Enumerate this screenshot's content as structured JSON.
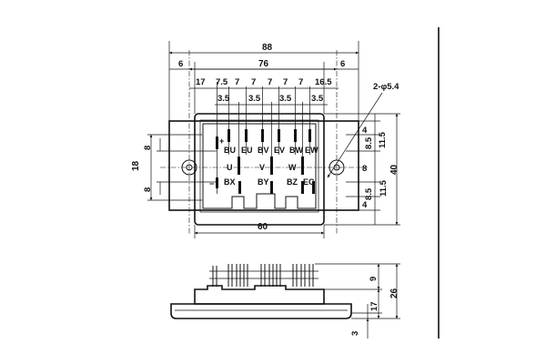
{
  "drawing": {
    "top_view": {
      "overall_width": "88",
      "hole_pitch": "76",
      "edge_left": "6",
      "edge_right": "6",
      "pin_pitch": [
        "17",
        "7.5",
        "7",
        "7",
        "7",
        "7",
        "7",
        "16.5"
      ],
      "pin_offsets": [
        "3.5",
        "3.5",
        "3.5",
        "3.5"
      ],
      "hole_callout": "2-φ5.4",
      "body_width": "60",
      "left_dims": [
        "8",
        "8"
      ],
      "left_height": "18",
      "right_dims": [
        "4",
        "11.5",
        "8.5",
        "8",
        "11.5",
        "8.5",
        "4"
      ],
      "right_height": "40",
      "terminals": {
        "plus": "+",
        "bu": "BU",
        "eu": "EU",
        "bv": "BV",
        "ev": "EV",
        "bw": "BW",
        "ew": "EW",
        "u": "U",
        "v": "V",
        "w": "W",
        "minus": "−",
        "bx": "BX",
        "by": "BY",
        "bz": "BZ",
        "ec": "EC"
      }
    },
    "side_view": {
      "pin_height": "9",
      "body_height": "17",
      "total_height": "26",
      "base_thickness": "3"
    }
  }
}
